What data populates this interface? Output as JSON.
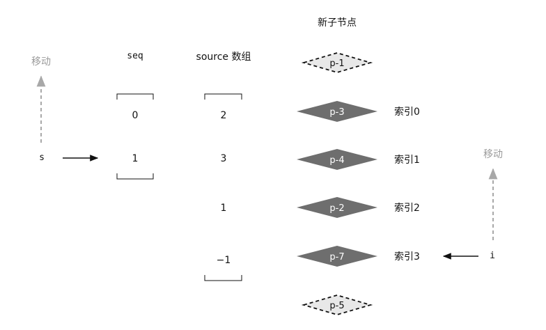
{
  "header": {
    "new_children_title": "新子节点"
  },
  "left": {
    "move_label": "移动",
    "s_label": "s",
    "seq_header": "seq",
    "seq_values": [
      "0",
      "1"
    ]
  },
  "source": {
    "header": "source 数组",
    "values": [
      "2",
      "3",
      "1",
      "−1"
    ]
  },
  "nodes": [
    {
      "label": "p-1",
      "style": "dashed"
    },
    {
      "label": "p-3",
      "style": "solid",
      "index_label": "索引0"
    },
    {
      "label": "p-4",
      "style": "solid",
      "index_label": "索引1"
    },
    {
      "label": "p-2",
      "style": "solid",
      "index_label": "索引2"
    },
    {
      "label": "p-7",
      "style": "solid",
      "index_label": "索引3"
    },
    {
      "label": "p-5",
      "style": "dashed"
    }
  ],
  "right": {
    "move_label": "移动",
    "i_label": "i"
  },
  "colors": {
    "solid_fill": "#6e6e6e",
    "dashed_fill": "#e8e8e8",
    "gray_arrow": "#a8a8a8",
    "black": "#111111"
  }
}
